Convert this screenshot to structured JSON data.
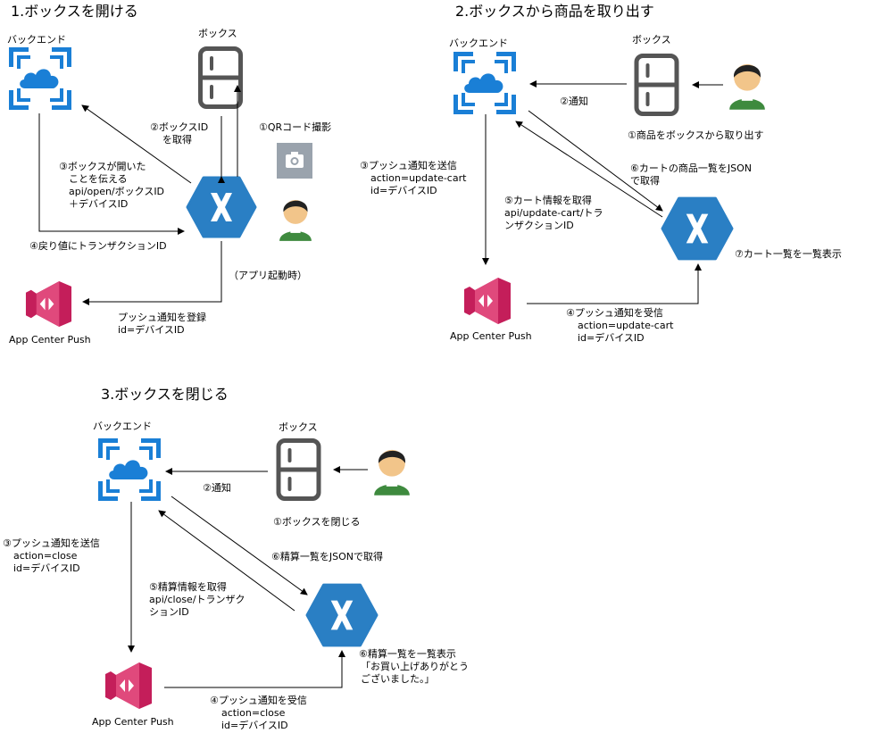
{
  "sections": {
    "s1": {
      "title": "1.ボックスを開ける",
      "backend_label": "バックエンド",
      "box_label": "ボックス",
      "acp_label": "App Center Push",
      "step1": "①QRコード撮影",
      "step2": [
        "②ボックスID",
        "を取得"
      ],
      "step3": [
        "③ボックスが開いた",
        "ことを伝える",
        "api/open/ボックスID",
        "＋デバイスID"
      ],
      "step4": "④戻り値にトランザクションID",
      "app_launch": "（アプリ起動時）",
      "push_register": [
        "プッシュ通知を登録",
        "id=デバイスID"
      ]
    },
    "s2": {
      "title": "2.ボックスから商品を取り出す",
      "backend_label": "バックエンド",
      "box_label": "ボックス",
      "acp_label": "App Center Push",
      "step1": "①商品をボックスから取り出す",
      "step2": "②通知",
      "step3": [
        "③プッシュ通知を送信",
        "action=update-cart",
        "id=デバイスID"
      ],
      "step4": [
        "④プッシュ通知を受信",
        "action=update-cart",
        "id=デバイスID"
      ],
      "step5": [
        "⑤カート情報を取得",
        "api/update-cart/トラ",
        "ンザクションID"
      ],
      "step6": [
        "⑥カートの商品一覧をJSON",
        "で取得"
      ],
      "step7": "⑦カート一覧を一覧表示"
    },
    "s3": {
      "title": "3.ボックスを閉じる",
      "backend_label": "バックエンド",
      "box_label": "ボックス",
      "acp_label": "App Center Push",
      "step1": "①ボックスを閉じる",
      "step2": "②通知",
      "step3": [
        "③プッシュ通知を送信",
        "action=close",
        "id=デバイスID"
      ],
      "step4": [
        "④プッシュ通知を受信",
        "action=close",
        "id=デバイスID"
      ],
      "step5": [
        "⑤精算情報を取得",
        "api/close/トランザク",
        "ションID"
      ],
      "step6": "⑥精算一覧をJSONで取得",
      "step7": [
        "⑥精算一覧を一覧表示",
        "「お買い上げありがとう",
        "ございました。」"
      ]
    }
  },
  "icons": {
    "backend": "azure-cloud-service-icon",
    "box": "locker-icon",
    "app": "xamarin-icon",
    "push": "app-center-push-icon",
    "user": "user-icon",
    "camera": "camera-icon"
  },
  "colors": {
    "azure": "#1a7fd6",
    "xamarin": "#2a7fc4",
    "locker": "#555555",
    "push": "#c41e5a",
    "skin": "#f2c58a",
    "shirt": "#3e8a3e",
    "camera_bg": "#9aa3ad"
  }
}
